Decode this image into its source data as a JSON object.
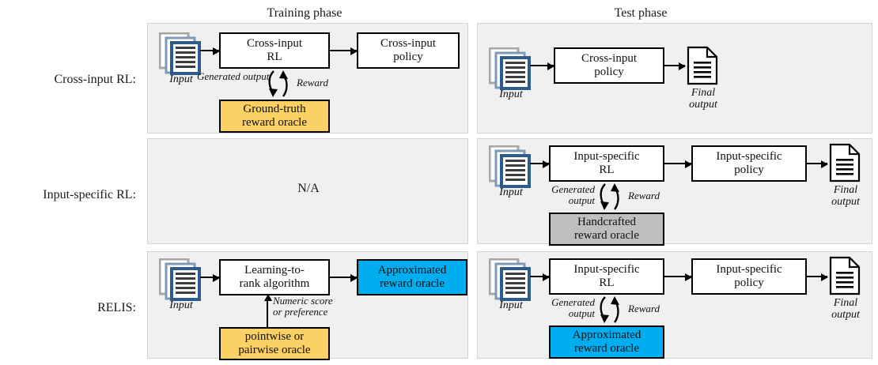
{
  "figure": {
    "type": "diagram",
    "title": "Comparison of Cross-input RL, Input-specific RL and RELIS across training and test phases"
  },
  "colors": {
    "panel_background": "#f0f0f0",
    "panel_border": "#d4d4d4",
    "box_border": "#000000",
    "box_background": "#ffffff",
    "gold_oracle": "#FBD065",
    "gray_oracle": "#BFBFBF",
    "cyan_oracle": "#00AEEF",
    "icon_front": "#2E5C8A",
    "icon_middle": "#7C9AB8",
    "icon_back": "#A6A6A6",
    "icon_lines": "#3D3D3D",
    "text": "#111111"
  },
  "columns": [
    {
      "id": "training",
      "label": "Training phase"
    },
    {
      "id": "test",
      "label": "Test phase"
    }
  ],
  "rows": [
    {
      "id": "cross-input-rl",
      "label": "Cross-input RL:",
      "training": {
        "available": true,
        "na_label": "",
        "input_icon_caption": "Input",
        "boxes": [
          {
            "id": "cross-input-rl-box",
            "label": "Cross-input\nRL",
            "style": "white"
          },
          {
            "id": "cross-input-policy-box",
            "label": "Cross-input\npolicy",
            "style": "white"
          },
          {
            "id": "ground-truth-reward-oracle-box",
            "label": "Ground-truth\nreward oracle",
            "style": "gold"
          }
        ],
        "loop_captions": {
          "left": "Generated\noutput",
          "right": "Reward"
        },
        "final_output_caption": ""
      },
      "test": {
        "available": true,
        "input_icon_caption": "Input",
        "boxes": [
          {
            "id": "cross-input-policy-box",
            "label": "Cross-input\npolicy",
            "style": "white"
          }
        ],
        "final_output_caption": "Final\noutput"
      }
    },
    {
      "id": "input-specific-rl",
      "label": "Input-specific RL:",
      "training": {
        "available": false,
        "na_label": "N/A"
      },
      "test": {
        "available": true,
        "input_icon_caption": "Input",
        "boxes": [
          {
            "id": "input-specific-rl-box",
            "label": "Input-specific\nRL",
            "style": "white"
          },
          {
            "id": "input-specific-policy-box",
            "label": "Input-specific\npolicy",
            "style": "white"
          },
          {
            "id": "handcrafted-reward-oracle-box",
            "label": "Handcrafted\nreward oracle",
            "style": "gray"
          }
        ],
        "loop_captions": {
          "left": "Generated\noutput",
          "right": "Reward"
        },
        "final_output_caption": "Final\noutput"
      }
    },
    {
      "id": "relis",
      "label": "RELIS:",
      "training": {
        "available": true,
        "na_label": "",
        "input_icon_caption": "Input",
        "boxes": [
          {
            "id": "learning-to-rank-box",
            "label": "Learning-to-\nrank algorithm",
            "style": "white"
          },
          {
            "id": "approximated-reward-oracle-box",
            "label": "Approximated\nreward oracle",
            "style": "cyan"
          },
          {
            "id": "pointwise-pairwise-oracle-box",
            "label": "pointwise or\npairwise oracle",
            "style": "gold"
          }
        ],
        "feedback_caption": "Numeric score\nor preference",
        "final_output_caption": ""
      },
      "test": {
        "available": true,
        "input_icon_caption": "Input",
        "boxes": [
          {
            "id": "input-specific-rl-box",
            "label": "Input-specific\nRL",
            "style": "white"
          },
          {
            "id": "input-specific-policy-box",
            "label": "Input-specific\npolicy",
            "style": "white"
          },
          {
            "id": "approximated-reward-oracle-box",
            "label": "Approximated\nreward oracle",
            "style": "cyan"
          }
        ],
        "loop_captions": {
          "left": "Generated\noutput",
          "right": "Reward"
        },
        "final_output_caption": "Final\noutput"
      }
    }
  ],
  "icons": {
    "input": "stacked-documents-icon",
    "output": "document-page-icon"
  }
}
